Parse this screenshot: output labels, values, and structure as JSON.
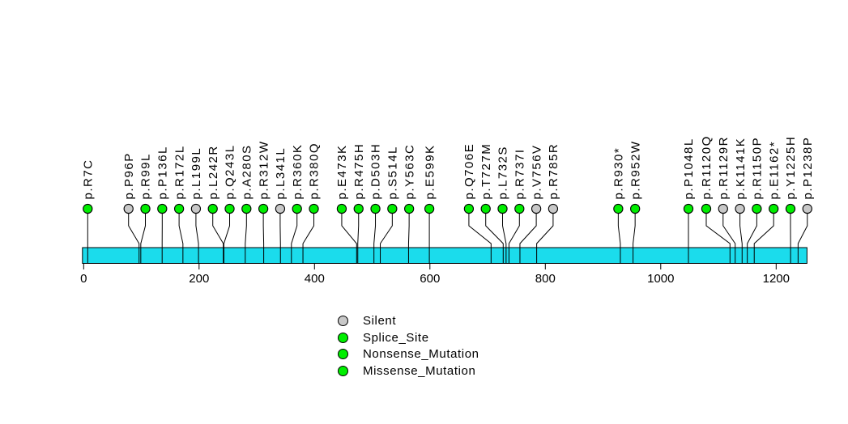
{
  "chart_data": {
    "type": "lollipop",
    "title": "",
    "xlabel": "",
    "xlim": [
      0,
      1252
    ],
    "x_ticks": [
      0,
      200,
      400,
      600,
      800,
      1000,
      1200
    ],
    "grid": false,
    "protein_bar_color": "#1BDCEC",
    "type_colors": {
      "Silent": "#C8C8C8",
      "Splice_Site": "#00EE00",
      "Nonsense_Mutation": "#00EE00",
      "Missense_Mutation": "#00EE00"
    },
    "legend": {
      "position": "bottom-center",
      "items": [
        {
          "label": "Silent",
          "color": "#C8C8C8"
        },
        {
          "label": "Splice_Site",
          "color": "#00EE00"
        },
        {
          "label": "Nonsense_Mutation",
          "color": "#00EE00"
        },
        {
          "label": "Missense_Mutation",
          "color": "#00EE00"
        }
      ]
    },
    "mutations": [
      {
        "label": "p.R7C",
        "pos": 7,
        "type": "Missense_Mutation"
      },
      {
        "label": "p.P96P",
        "pos": 96,
        "type": "Silent"
      },
      {
        "label": "p.R99L",
        "pos": 99,
        "type": "Missense_Mutation"
      },
      {
        "label": "p.P136L",
        "pos": 136,
        "type": "Missense_Mutation"
      },
      {
        "label": "p.R172L",
        "pos": 172,
        "type": "Missense_Mutation"
      },
      {
        "label": "p.L199L",
        "pos": 199,
        "type": "Silent"
      },
      {
        "label": "p.L242R",
        "pos": 242,
        "type": "Missense_Mutation"
      },
      {
        "label": "p.Q243L",
        "pos": 243,
        "type": "Missense_Mutation"
      },
      {
        "label": "p.A280S",
        "pos": 280,
        "type": "Missense_Mutation"
      },
      {
        "label": "p.R312W",
        "pos": 312,
        "type": "Missense_Mutation"
      },
      {
        "label": "p.L341L",
        "pos": 341,
        "type": "Silent"
      },
      {
        "label": "p.R360K",
        "pos": 360,
        "type": "Missense_Mutation"
      },
      {
        "label": "p.R380Q",
        "pos": 380,
        "type": "Missense_Mutation"
      },
      {
        "label": "p.E473K",
        "pos": 473,
        "type": "Missense_Mutation"
      },
      {
        "label": "p.R475H",
        "pos": 475,
        "type": "Missense_Mutation"
      },
      {
        "label": "p.D503H",
        "pos": 503,
        "type": "Missense_Mutation"
      },
      {
        "label": "p.S514L",
        "pos": 514,
        "type": "Missense_Mutation"
      },
      {
        "label": "p.Y563C",
        "pos": 563,
        "type": "Missense_Mutation"
      },
      {
        "label": "p.E599K",
        "pos": 599,
        "type": "Missense_Mutation"
      },
      {
        "label": "p.Q706E",
        "pos": 706,
        "type": "Missense_Mutation"
      },
      {
        "label": "p.T727M",
        "pos": 727,
        "type": "Missense_Mutation"
      },
      {
        "label": "p.L732S",
        "pos": 732,
        "type": "Missense_Mutation"
      },
      {
        "label": "p.R737I",
        "pos": 737,
        "type": "Missense_Mutation"
      },
      {
        "label": "p.V756V",
        "pos": 756,
        "type": "Silent"
      },
      {
        "label": "p.R785R",
        "pos": 785,
        "type": "Silent"
      },
      {
        "label": "p.R930*",
        "pos": 930,
        "type": "Nonsense_Mutation"
      },
      {
        "label": "p.R952W",
        "pos": 952,
        "type": "Missense_Mutation"
      },
      {
        "label": "p.P1048L",
        "pos": 1048,
        "type": "Missense_Mutation"
      },
      {
        "label": "p.R1120Q",
        "pos": 1120,
        "type": "Missense_Mutation"
      },
      {
        "label": "p.R1129R",
        "pos": 1129,
        "type": "Silent"
      },
      {
        "label": "p.K1141K",
        "pos": 1141,
        "type": "Silent"
      },
      {
        "label": "p.R1150P",
        "pos": 1150,
        "type": "Missense_Mutation"
      },
      {
        "label": "p.E1162*",
        "pos": 1162,
        "type": "Nonsense_Mutation"
      },
      {
        "label": "p.Y1225H",
        "pos": 1225,
        "type": "Missense_Mutation"
      },
      {
        "label": "p.P1238P",
        "pos": 1238,
        "type": "Silent"
      }
    ]
  }
}
